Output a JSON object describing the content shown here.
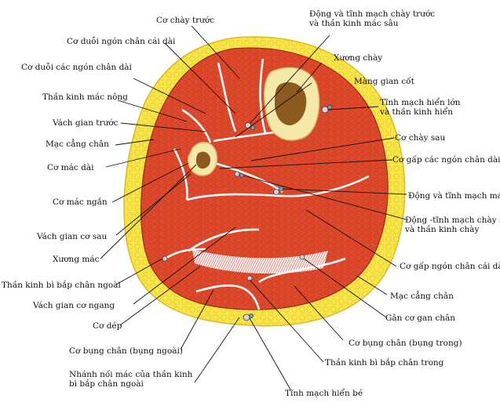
{
  "colors": {
    "fat": "#f6e64a",
    "fat_edge": "#e0b820",
    "skin": "#f3d98a",
    "muscle": "#e04a2c",
    "muscle_dark": "#b8321c",
    "septum": "#ffffff",
    "bone": "#f4e9a8",
    "marrow": "#8c5a1e",
    "line": "#111111"
  },
  "labels": {
    "co_chay_truoc": "Cơ chày trước",
    "dong_tinh_mach_chay_truoc": "Động và tĩnh mạch chày trước\nvà thần kinh mác sâu",
    "co_duoi_ngon_cai_dai": "Cơ duỗi ngón chân cái dài",
    "xuong_chay": "Xương chày",
    "co_duoi_cac_ngon_dai": "Cơ duỗi các ngón chân dài",
    "mang_gian_cot": "Màng gian cốt",
    "than_kinh_mac_nong": "Thần kinh mác nông",
    "tinh_mach_hien_lon": "Tĩnh mạch hiển lớn\nvà thần kinh hiển",
    "vach_gian_truoc": "Vách gian trước",
    "mac_cang_chan_1": "Mạc cẳng chân",
    "co_chay_sau": "Cơ chày sau",
    "co_mac_dai": "Cơ mác dài",
    "co_gap_cac_ngon_dai": "Cơ gấp các ngón chân dài",
    "co_mac_ngan": "Cơ mác ngắn",
    "dong_tinh_mach_mac": "Động và tĩnh mạch mác",
    "dong_tinh_mach_chay_sau": "Động -tĩnh mạch chày sau\nvà thần kinh chày",
    "vach_gian_co_sau": "Vách gian cơ sau",
    "xuong_mac": "Xương mác",
    "co_gap_ngon_cai_dai": "Cơ gấp ngón chân cái dài",
    "than_kinh_bi_bap_ngoai": "Thần kinh bì bắp chân ngoài",
    "mac_cang_chan_2": "Mạc cẳng chân",
    "vach_gian_co_ngang": "Vách gian cơ ngang",
    "gan_co_gan_chan": "Gân cơ gan chân",
    "co_dep": "Cơ dép",
    "co_bung_chan_trong": "Cơ bụng chân (bụng trong)",
    "co_bung_chan_ngoai": "Cơ bụng chân (bụng ngoài)",
    "than_kinh_bi_bap_trong": "Thần kinh bì bắp chân trong",
    "nhanh_noi_mac": "Nhánh nối mác của thần kinh\nbì bắp chân ngoài",
    "tinh_mach_hien_be": "Tĩnh mạch hiển bé"
  }
}
